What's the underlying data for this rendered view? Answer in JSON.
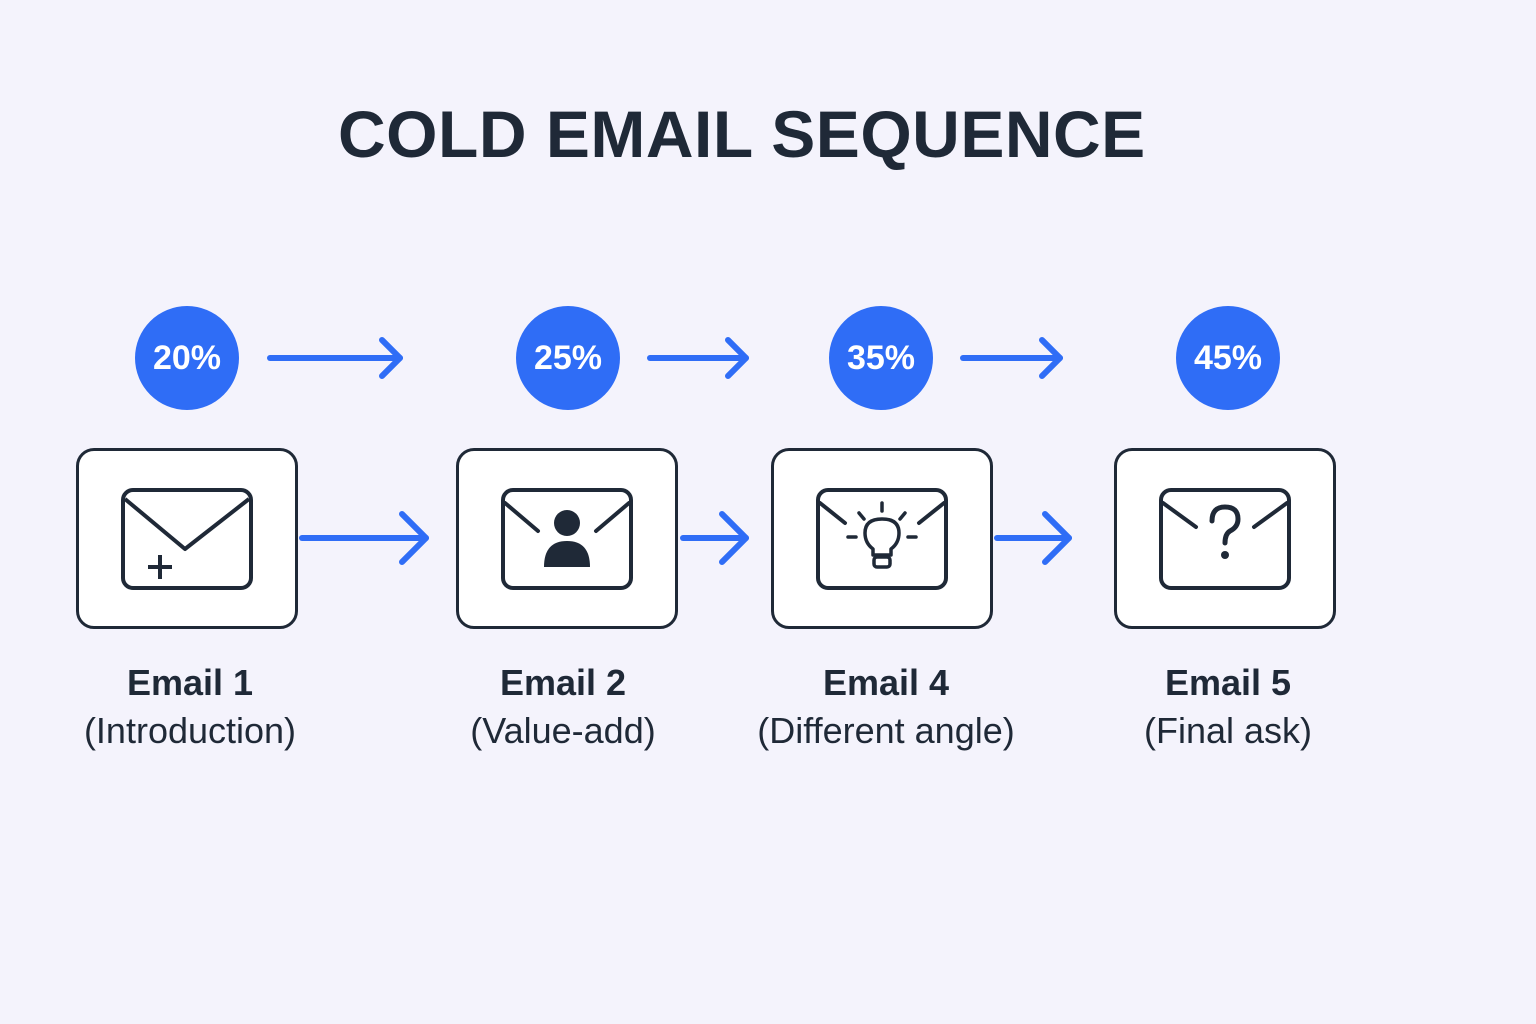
{
  "title": "COLD EMAIL SEQUENCE",
  "accent_color": "#2f6df6",
  "steps": [
    {
      "rate": "20%",
      "name": "Email 1",
      "subtitle": "(Introduction)",
      "icon": "envelope-plus-icon"
    },
    {
      "rate": "25%",
      "name": "Email 2",
      "subtitle": "(Value-add)",
      "icon": "envelope-person-icon"
    },
    {
      "rate": "35%",
      "name": "Email 4",
      "subtitle": "(Different angle)",
      "icon": "envelope-lightbulb-icon"
    },
    {
      "rate": "45%",
      "name": "Email 5",
      "subtitle": "(Final ask)",
      "icon": "envelope-question-icon"
    }
  ]
}
